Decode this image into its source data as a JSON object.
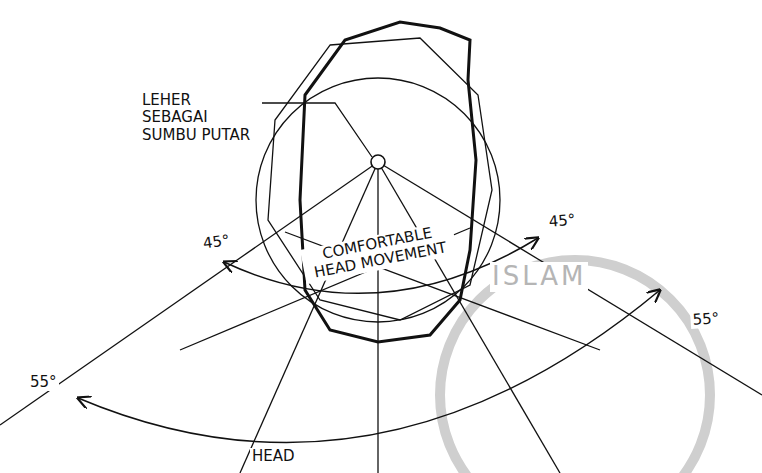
{
  "diagram": {
    "labels": [
      "LEHER SEBAGAI SUMBU PUTAR",
      "45°",
      "45°",
      "55°",
      "55°",
      "COMFORTABLE HEAD MOVEMENT",
      "HEAD",
      "ISLAM"
    ]
  }
}
